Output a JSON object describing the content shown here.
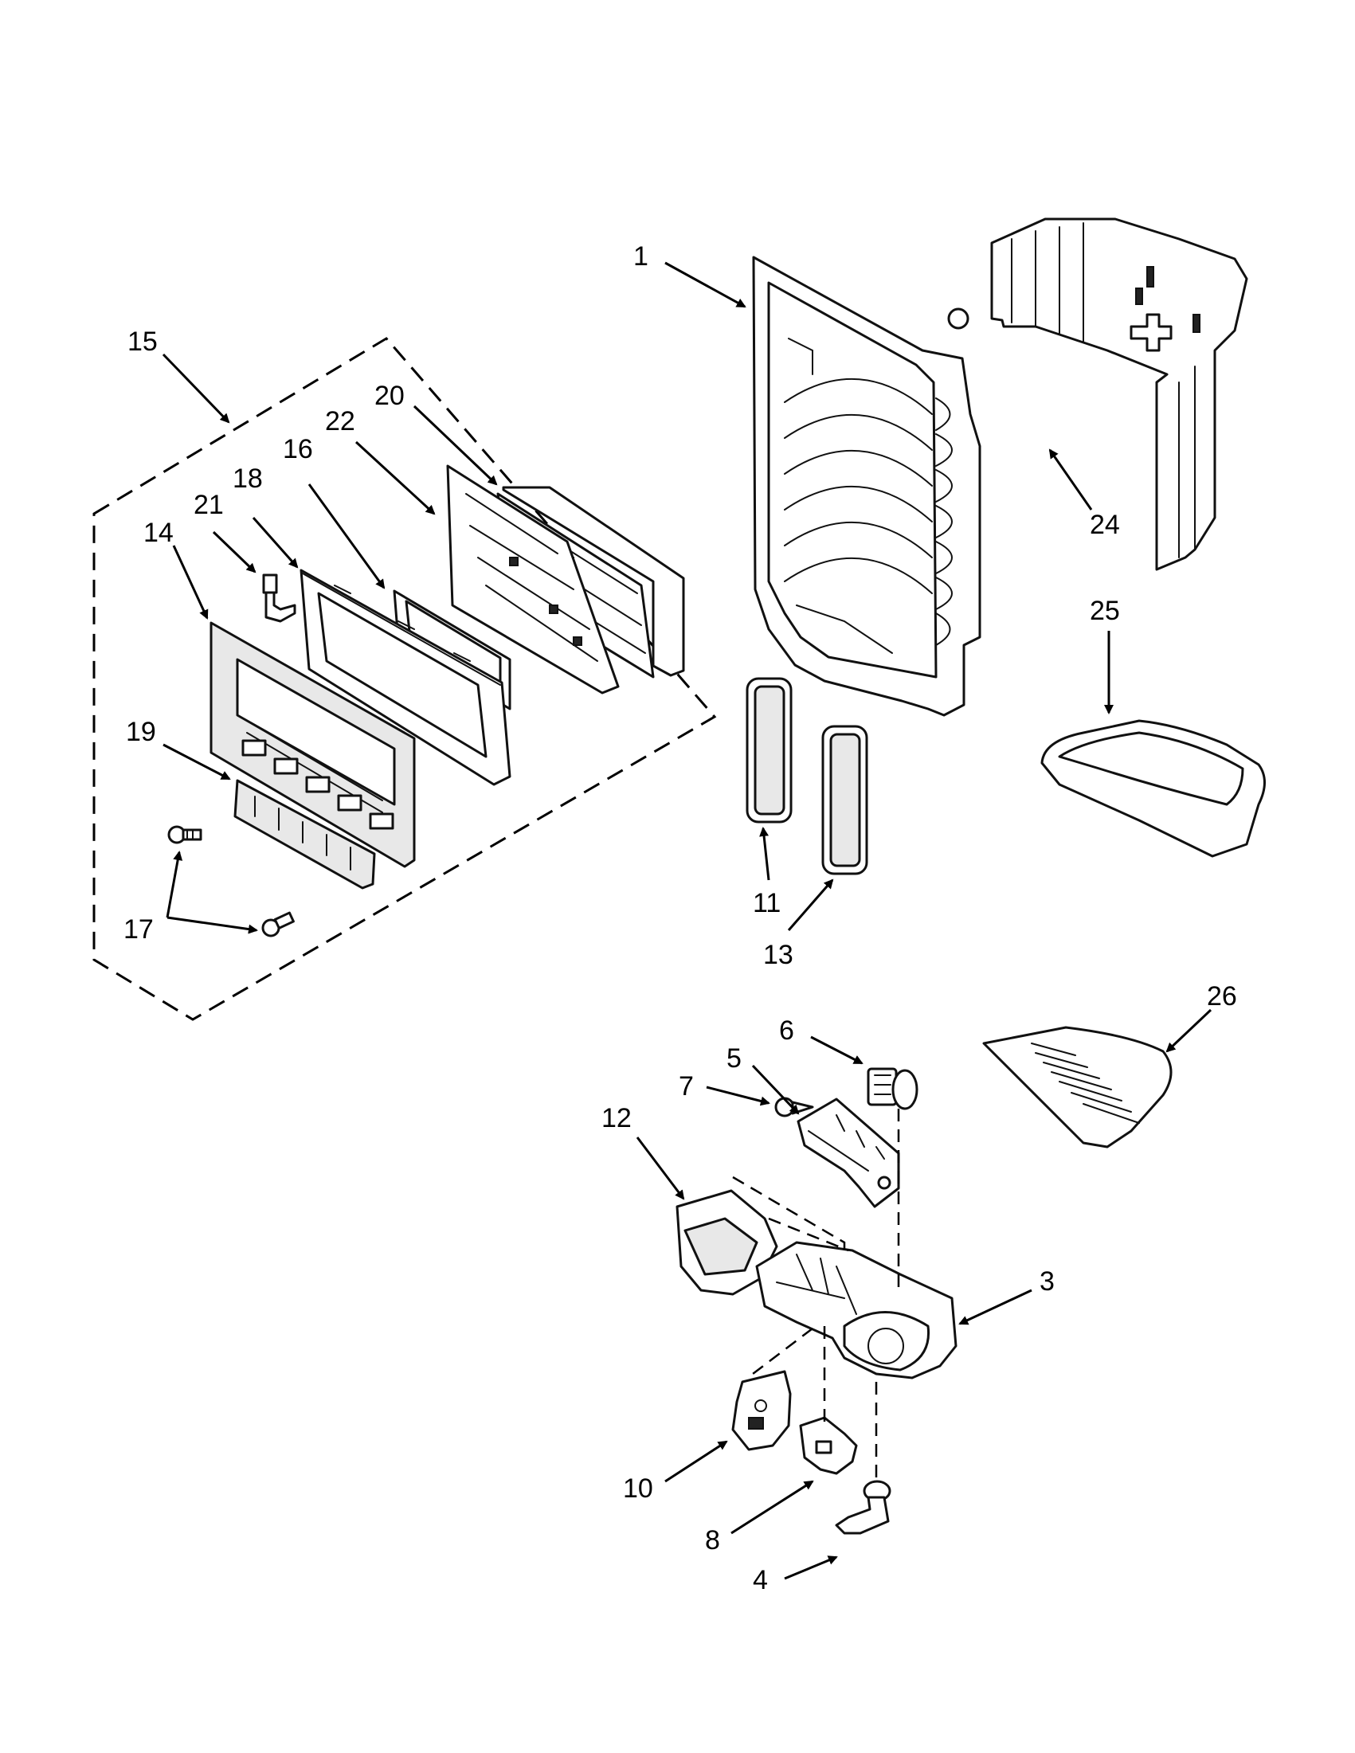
{
  "diagram": {
    "callouts": [
      {
        "id": "1",
        "label": "1"
      },
      {
        "id": "3",
        "label": "3"
      },
      {
        "id": "4",
        "label": "4"
      },
      {
        "id": "5",
        "label": "5"
      },
      {
        "id": "6",
        "label": "6"
      },
      {
        "id": "7",
        "label": "7"
      },
      {
        "id": "8",
        "label": "8"
      },
      {
        "id": "10",
        "label": "10"
      },
      {
        "id": "11",
        "label": "11"
      },
      {
        "id": "12",
        "label": "12"
      },
      {
        "id": "13",
        "label": "13"
      },
      {
        "id": "14",
        "label": "14"
      },
      {
        "id": "15",
        "label": "15"
      },
      {
        "id": "16",
        "label": "16"
      },
      {
        "id": "17",
        "label": "17"
      },
      {
        "id": "18",
        "label": "18"
      },
      {
        "id": "19",
        "label": "19"
      },
      {
        "id": "20",
        "label": "20"
      },
      {
        "id": "21",
        "label": "21"
      },
      {
        "id": "22",
        "label": "22"
      },
      {
        "id": "24",
        "label": "24"
      },
      {
        "id": "25",
        "label": "25"
      },
      {
        "id": "26",
        "label": "26"
      }
    ]
  }
}
